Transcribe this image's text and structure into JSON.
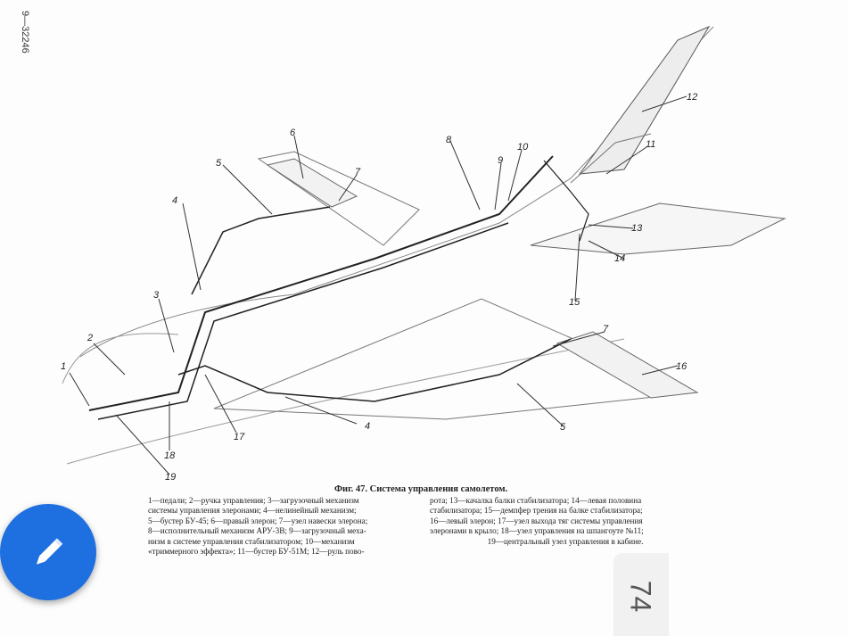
{
  "document": {
    "ref_code": "9—32246",
    "figure_title": "Фиг. 47. Система управления самолетом.",
    "legend_left": [
      "1—педали; 2—ручка управления; 3—загрузочный механизм",
      "системы управления элеронами; 4—нелинейный механизм;",
      "5—бустер БУ-45; 6—правый элерон; 7—узел навески элерона;",
      "8—исполнительный механизм АРУ-3В; 9—загрузочный меха-",
      "низм в системе управления стабилизатором; 10—механизм",
      "«триммерного эффекта»; 11—бустер БУ-51М; 12—руль пово-"
    ],
    "legend_right": [
      "рота; 13—качалка балки стабилизатора; 14—левая половина",
      "стабилизатора; 15—демпфер трения на балке стабилизатора;",
      "16—левый элерон; 17—узел выхода тяг системы управления",
      "элеронами в крыло; 18—узел управления на шпангоуте №11;",
      "19—центральный узел управления в кабине."
    ],
    "callouts": {
      "c1": "1",
      "c2": "2",
      "c3": "3",
      "c4a": "4",
      "c4b": "4",
      "c5a": "5",
      "c5b": "5",
      "c6": "6",
      "c7a": "7",
      "c7b": "7",
      "c8": "8",
      "c9": "9",
      "c10": "10",
      "c11": "11",
      "c12": "12",
      "c13": "13",
      "c14": "14",
      "c15": "15",
      "c16": "16",
      "c17": "17",
      "c18": "18",
      "c19": "19"
    },
    "page_number": "74"
  },
  "fab": {
    "icon": "pencil-icon",
    "color": "#1e6fe0"
  }
}
